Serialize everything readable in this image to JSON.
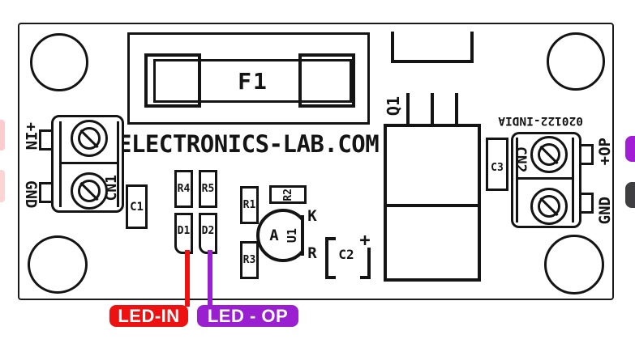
{
  "board": {
    "brand": "ELECTRONICS-LAB.COM",
    "date_code": "020122-INDIA"
  },
  "components": {
    "f1": "F1",
    "c1": "C1",
    "c2": "C2",
    "c2_plus": "+",
    "c3": "C3",
    "r1": "R1",
    "r2": "R2",
    "r3": "R3",
    "r4": "R4",
    "r5": "R5",
    "d1": "D1",
    "d2": "D2",
    "q1": "Q1",
    "u1": {
      "ref": "U1",
      "value": "A",
      "pin_k": "K",
      "pin_r": "R"
    }
  },
  "connectors": {
    "cn1": {
      "ref": "CN1",
      "pin_top": "+IN",
      "pin_bottom": "GND"
    },
    "cn2": {
      "ref": "CN2",
      "pin_top": "+OP",
      "pin_bottom": "GND"
    }
  },
  "callouts": {
    "led_in": {
      "label": "LED-IN",
      "color": "#ee1111"
    },
    "led_op": {
      "label": "LED - OP",
      "color": "#9a1fd1"
    }
  }
}
